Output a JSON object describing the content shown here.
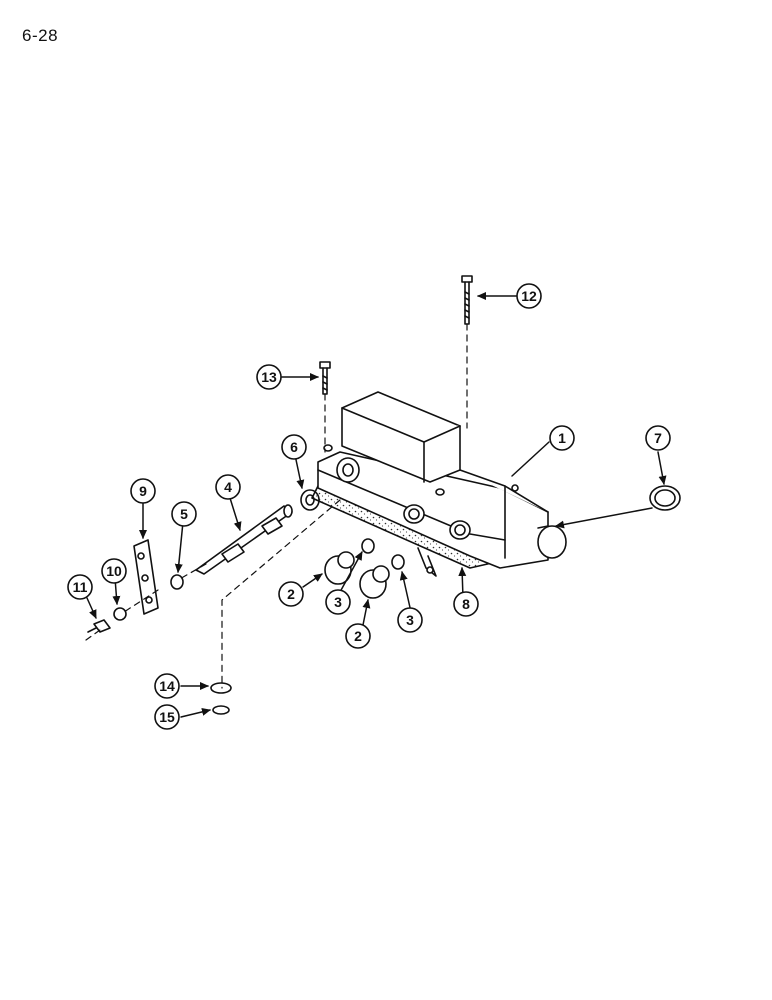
{
  "page": {
    "number": "6-28"
  },
  "callouts": [
    {
      "id": "c1",
      "label": "1"
    },
    {
      "id": "c2a",
      "label": "2"
    },
    {
      "id": "c2b",
      "label": "2"
    },
    {
      "id": "c3a",
      "label": "3"
    },
    {
      "id": "c3b",
      "label": "3"
    },
    {
      "id": "c4",
      "label": "4"
    },
    {
      "id": "c5",
      "label": "5"
    },
    {
      "id": "c6",
      "label": "6"
    },
    {
      "id": "c7",
      "label": "7"
    },
    {
      "id": "c8",
      "label": "8"
    },
    {
      "id": "c9",
      "label": "9"
    },
    {
      "id": "c10",
      "label": "10"
    },
    {
      "id": "c11",
      "label": "11"
    },
    {
      "id": "c12",
      "label": "12"
    },
    {
      "id": "c13",
      "label": "13"
    },
    {
      "id": "c14",
      "label": "14"
    },
    {
      "id": "c15",
      "label": "15"
    }
  ],
  "colors": {
    "line": "#111111",
    "gasket_fill": "#d8d8d8"
  }
}
